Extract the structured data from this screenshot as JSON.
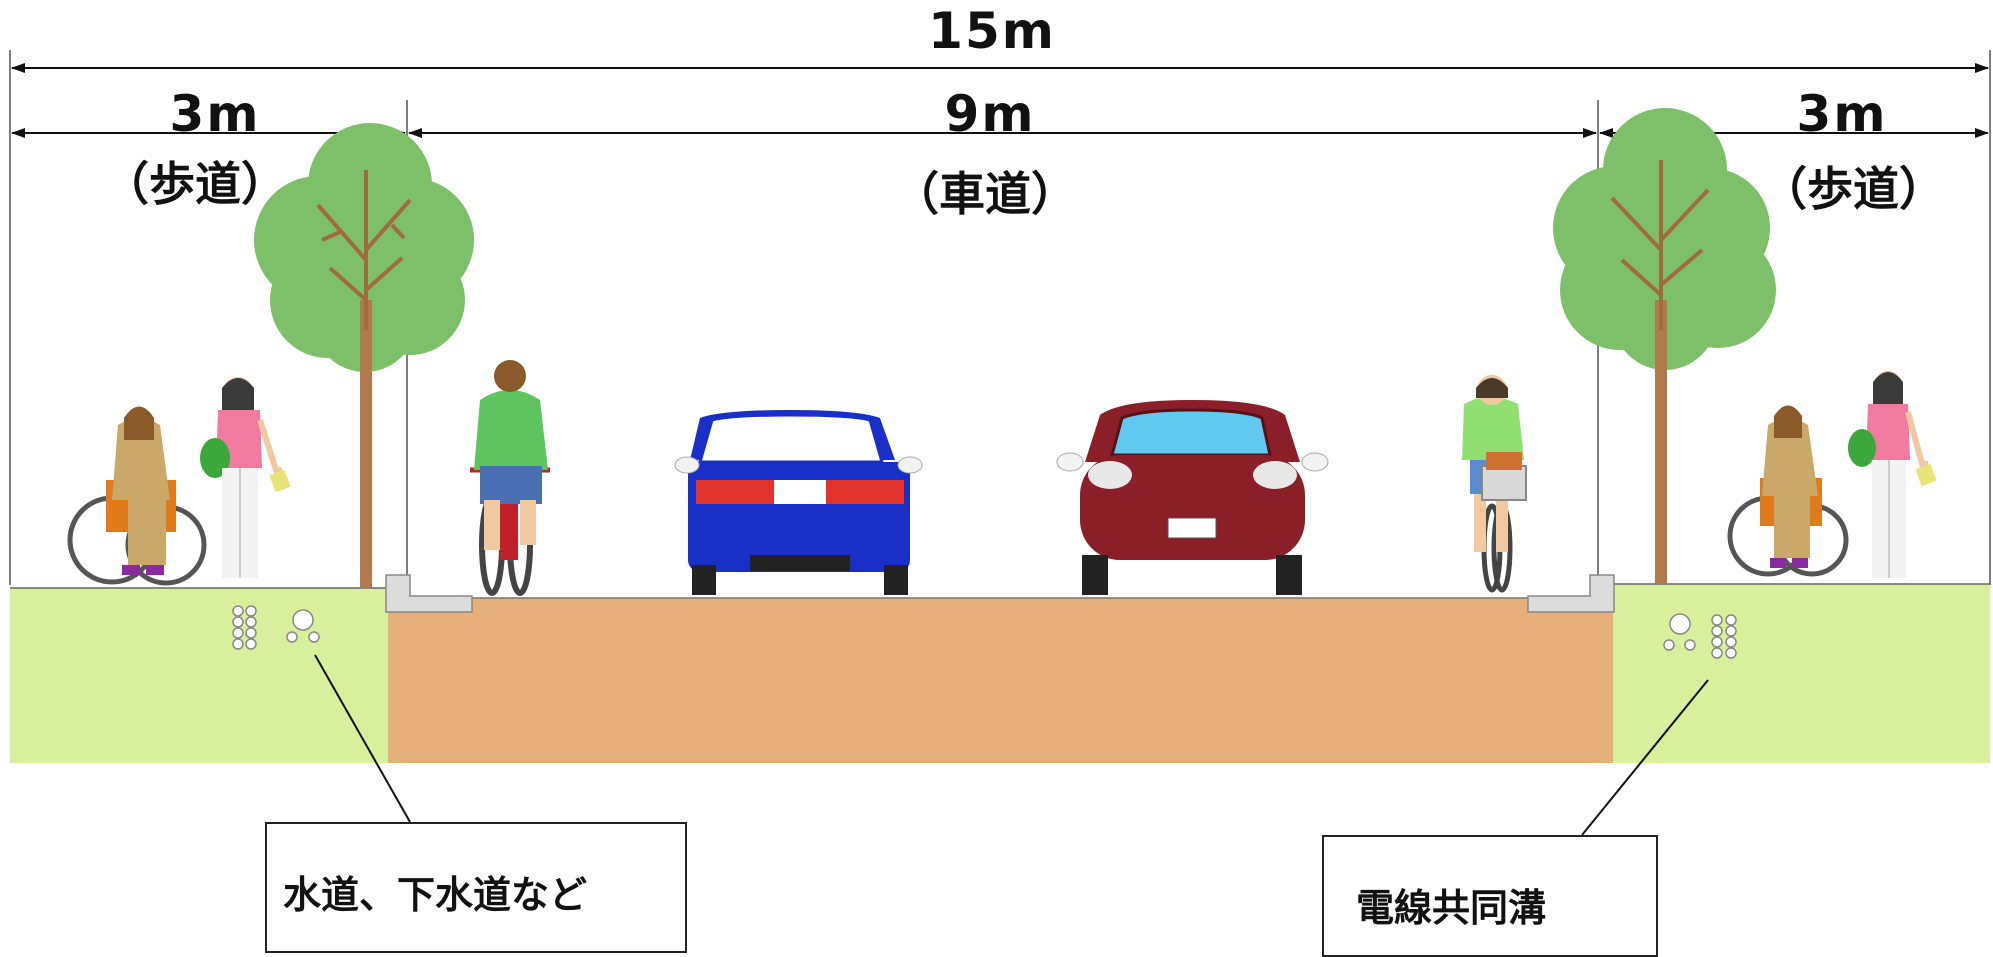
{
  "dimensions": {
    "total": "15m",
    "left_sidewalk": "3m",
    "roadway": "9m",
    "right_sidewalk": "3m"
  },
  "zones": {
    "left_sidewalk": "（歩道）",
    "roadway": "（車道）",
    "right_sidewalk": "（歩道）"
  },
  "callouts": {
    "left": "水道、下水道など",
    "right": "電線共同溝"
  },
  "colors": {
    "sidewalk": "#d8ef9c",
    "roadway": "#e6b07d",
    "tree_canopy": "#7ec06a",
    "trunk": "#b07a4a",
    "car_blue": "#1a2fc8",
    "car_red": "#8a1f2a"
  }
}
